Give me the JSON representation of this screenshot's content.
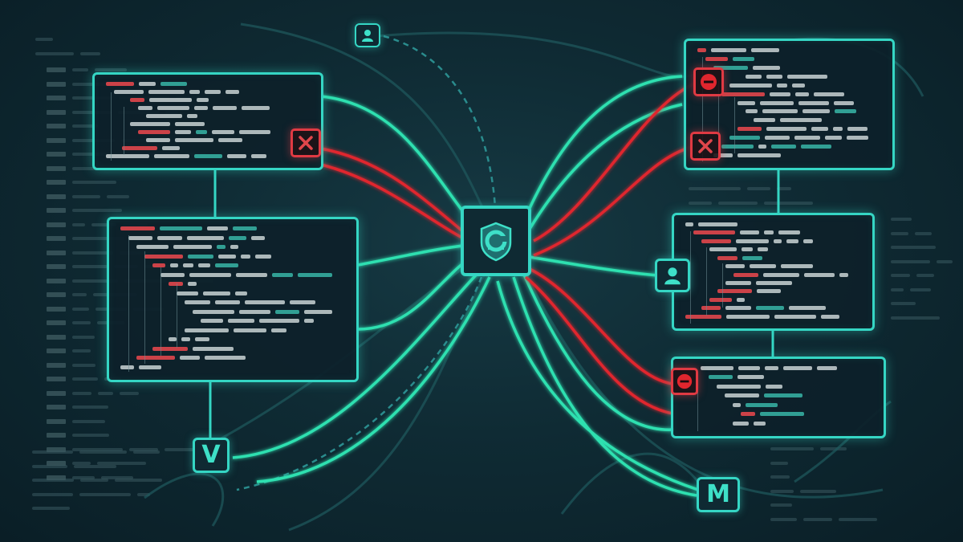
{
  "scene": {
    "description_free": true,
    "colors": {
      "background": "#0f2b34",
      "accent": "#35d6c4",
      "connection_ok": "#2ee0b0",
      "connection_error": "#e0262e",
      "code_text": "#c9d2d4"
    }
  },
  "nodes": {
    "hub": {
      "icon": "shield-lock-icon"
    },
    "user_top": {
      "icon": "user-icon"
    },
    "user_right": {
      "icon": "user-icon"
    },
    "app_left": {
      "icon": "vue-like-logo-icon",
      "label": "V"
    },
    "app_bottom": {
      "icon": "m-logo-icon",
      "label": "M"
    }
  },
  "panels": [
    {
      "name": "code-panel-top-left",
      "status": "error",
      "badge_icon": "close-icon"
    },
    {
      "name": "code-panel-mid-left",
      "status": "ok"
    },
    {
      "name": "code-panel-top-right",
      "status": "error",
      "badge_icons": [
        "no-entry-icon",
        "close-icon"
      ]
    },
    {
      "name": "code-panel-mid-right",
      "status": "ok"
    },
    {
      "name": "code-panel-bottom-right",
      "status": "error",
      "badge_icon": "no-entry-icon"
    }
  ]
}
